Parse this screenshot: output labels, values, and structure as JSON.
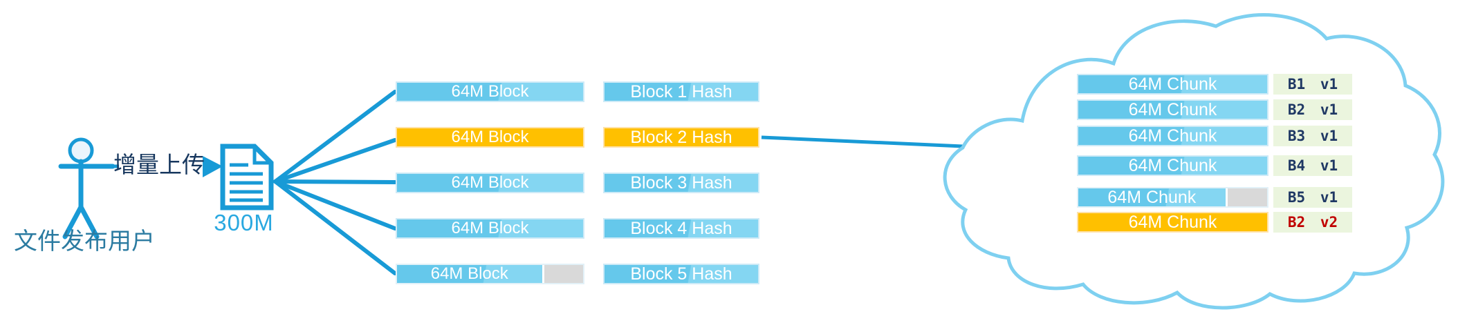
{
  "diagram_title": "incremental-upload-block-dedup",
  "actor": {
    "label": "文件发布用户"
  },
  "upload": {
    "label": "增量上传"
  },
  "file": {
    "size_label": "300M"
  },
  "blocks": [
    {
      "label": "64M Block",
      "variant": "blue"
    },
    {
      "label": "64M Block",
      "variant": "orange"
    },
    {
      "label": "64M Block",
      "variant": "blue"
    },
    {
      "label": "64M Block",
      "variant": "blue"
    },
    {
      "label": "64M Block",
      "variant": "blue-gray-tail"
    }
  ],
  "hashes": [
    {
      "label": "Block 1 Hash",
      "variant": "blue"
    },
    {
      "label": "Block 2 Hash",
      "variant": "orange"
    },
    {
      "label": "Block 3 Hash",
      "variant": "blue"
    },
    {
      "label": "Block 4 Hash",
      "variant": "blue"
    },
    {
      "label": "Block 5 Hash",
      "variant": "blue"
    }
  ],
  "cloud": {
    "chunks": [
      {
        "label": "64M Chunk",
        "version": "B1 v1",
        "variant": "blue"
      },
      {
        "label": "64M Chunk",
        "version": "B2 v1",
        "variant": "blue"
      },
      {
        "label": "64M Chunk",
        "version": "B3 v1",
        "variant": "blue"
      },
      {
        "label": "64M Chunk",
        "version": "B4 v1",
        "variant": "blue"
      },
      {
        "label": "64M Chunk",
        "version": "B5 v1",
        "variant": "blue-gray-tail"
      },
      {
        "label": "64M Chunk",
        "version": "B2 v2",
        "variant": "orange"
      }
    ]
  },
  "colors": {
    "primary_blue": "#189ad6",
    "bar_blue": "#65c8eb",
    "bar_blue_highlight": "#84d6f2",
    "accent_orange": "#ffc000",
    "gray_tail": "#d9d9d9",
    "cloud_stroke": "#7ed0f0",
    "version_bg": "#ebf5de",
    "version_text": "#1f3864",
    "version_text_changed": "#c00000",
    "actor_text": "#2b7ba1",
    "upload_text": "#17375e",
    "file_size_text": "#29a8e0"
  }
}
